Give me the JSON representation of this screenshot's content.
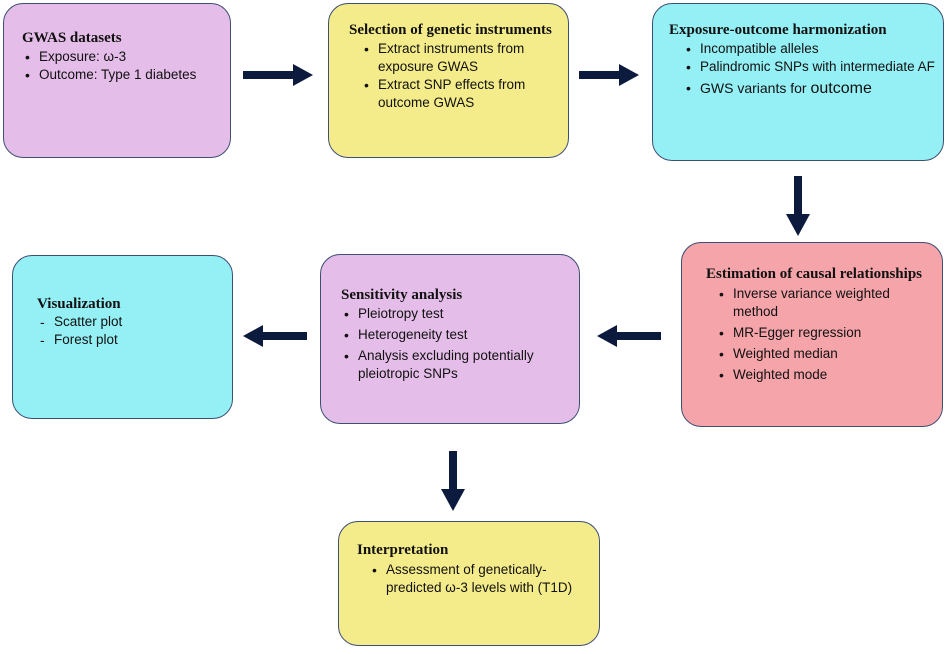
{
  "boxes": {
    "gwas": {
      "title": "GWAS datasets",
      "items": [
        "Exposure: ω-3",
        "Outcome: Type 1 diabetes"
      ]
    },
    "selection": {
      "title": "Selection of genetic instruments",
      "items": [
        "Extract instruments from exposure GWAS",
        "Extract SNP effects from outcome GWAS"
      ]
    },
    "harmonization": {
      "title": "Exposure-outcome harmonization",
      "items": [
        "Incompatible alleles",
        "Palindromic SNPs with intermediate AF"
      ],
      "last_item_prefix": "GWS variants for ",
      "last_item_emph": "outcome"
    },
    "estimation": {
      "title": "Estimation of causal relationships",
      "items": [
        " Inverse variance weighted method",
        "MR-Egger regression",
        "Weighted median",
        "Weighted mode"
      ]
    },
    "sensitivity": {
      "title": "Sensitivity analysis",
      "items": [
        "Pleiotropy test",
        "Heterogeneity test",
        "Analysis excluding potentially pleiotropic SNPs"
      ]
    },
    "visualization": {
      "title": "Visualization",
      "items": [
        "Scatter plot",
        "Forest plot"
      ]
    },
    "interpretation": {
      "title": "Interpretation",
      "items": [
        "Assessment of genetically-predicted ω-3 levels with (T1D)"
      ]
    }
  },
  "colors": {
    "pink": "#e5bde9",
    "yellow": "#f4ec8a",
    "cyan": "#94f0f4",
    "salmon": "#f5a4aa",
    "border": "#3d4f74",
    "arrow": "#0b1a3d"
  }
}
